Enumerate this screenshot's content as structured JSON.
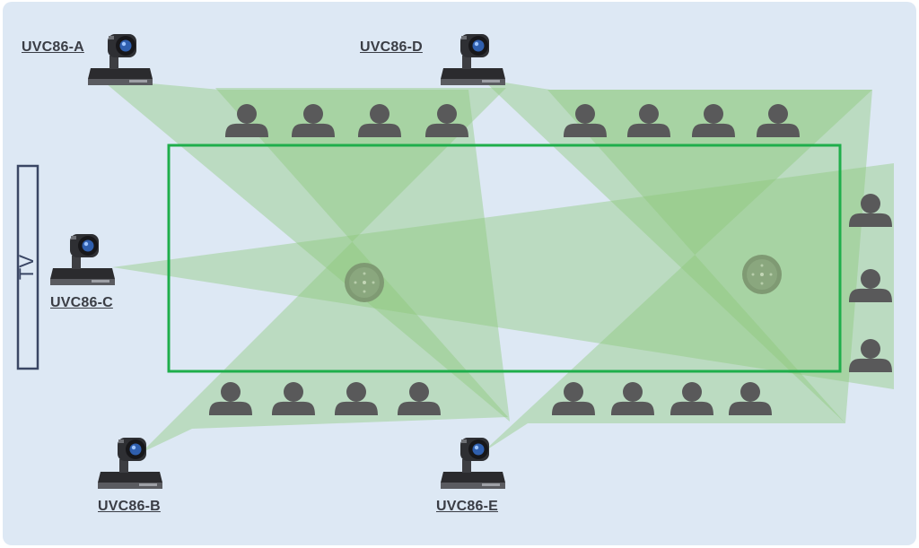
{
  "tv": {
    "label": "TV"
  },
  "cameras": [
    {
      "id": "a",
      "label": "UVC86-A"
    },
    {
      "id": "b",
      "label": "UVC86-B"
    },
    {
      "id": "c",
      "label": "UVC86-C"
    },
    {
      "id": "d",
      "label": "UVC86-D"
    },
    {
      "id": "e",
      "label": "UVC86-E"
    }
  ],
  "colors": {
    "background": "#dde8f4",
    "table_outline": "#1fae4b",
    "coverage_fill": "#8cc97a",
    "person": "#59595a",
    "tv_outline": "#3a4664"
  },
  "icons": {
    "camera": "ptz-camera-icon",
    "person": "person-icon",
    "microphone": "ceiling-microphone-icon"
  }
}
